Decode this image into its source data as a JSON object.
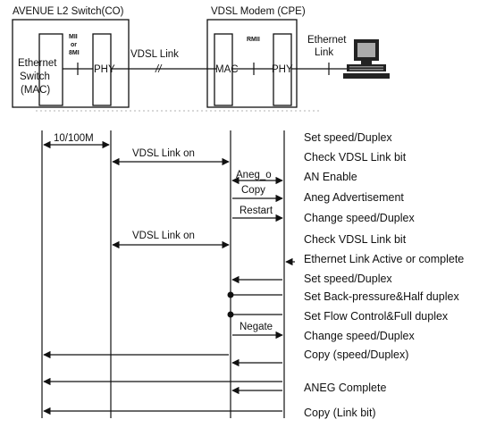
{
  "header": {
    "switch_title": "AVENUE L2 Switch(CO)",
    "modem_title": "VDSL Modem (CPE)"
  },
  "blocks": {
    "ethernet_switch": [
      "Ethernet",
      "Switch",
      "(MAC)"
    ],
    "phy_left": "PHY",
    "mii_label": [
      "MII",
      "or",
      "8MI"
    ],
    "vdsl_link": "VDSL Link",
    "link_break": "//",
    "mac_right": "MAC",
    "rmii_label": "RMII",
    "phy_right": "PHY",
    "ethernet_link": [
      "Ethernet",
      "Link"
    ]
  },
  "sequence": {
    "speed_label": "10/100M",
    "link_on_1": "VDSL Link on",
    "link_on_2": "VDSL Link on",
    "aneg_on": "Aneg_o",
    "copy": "Copy",
    "restart": "Restart",
    "negate": "Negate"
  },
  "steps": [
    "Set speed/Duplex",
    "Check VDSL Link bit",
    "AN Enable",
    "Aneg Advertisement",
    "Change speed/Duplex",
    "Check VDSL Link bit",
    "Ethernet Link Active or complete",
    "Set speed/Duplex",
    "Set Back-pressure&Half duplex",
    "Set Flow Control&Full duplex",
    "Change speed/Duplex",
    "Copy (speed/Duplex)",
    "ANEG Complete",
    "Copy (Link bit)"
  ]
}
